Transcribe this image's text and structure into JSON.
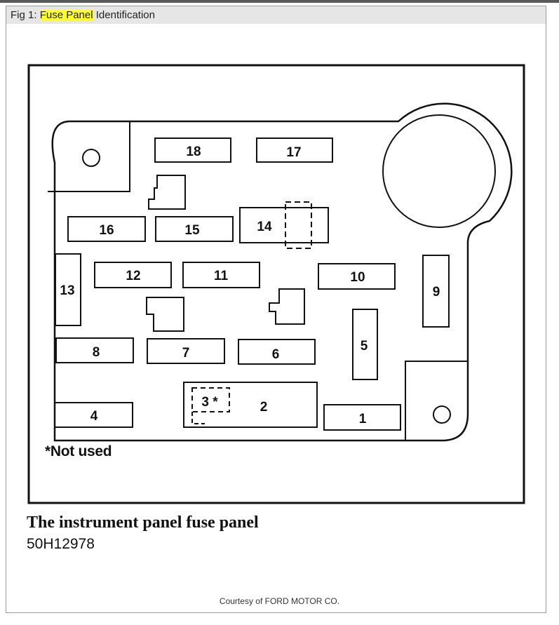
{
  "caption": {
    "prefix": "Fig 1: ",
    "highlight": "Fuse Panel",
    "suffix": " Identification"
  },
  "fuses": [
    {
      "id": "18",
      "label": "18"
    },
    {
      "id": "17",
      "label": "17"
    },
    {
      "id": "16",
      "label": "16"
    },
    {
      "id": "15",
      "label": "15"
    },
    {
      "id": "14",
      "label": "14"
    },
    {
      "id": "13",
      "label": "13"
    },
    {
      "id": "12",
      "label": "12"
    },
    {
      "id": "11",
      "label": "11"
    },
    {
      "id": "10",
      "label": "10"
    },
    {
      "id": "9",
      "label": "9"
    },
    {
      "id": "8",
      "label": "8"
    },
    {
      "id": "7",
      "label": "7"
    },
    {
      "id": "6",
      "label": "6"
    },
    {
      "id": "5",
      "label": "5"
    },
    {
      "id": "4",
      "label": "4"
    },
    {
      "id": "3",
      "label": "3 *"
    },
    {
      "id": "2",
      "label": "2"
    },
    {
      "id": "1",
      "label": "1"
    }
  ],
  "note": "*Not used",
  "diagram_title": "The instrument panel fuse panel",
  "diagram_code": "50H12978",
  "credit": "Courtesy of FORD MOTOR CO.",
  "colors": {
    "highlight": "#ffff33",
    "line": "#111111",
    "caption_bar": "#e6e6e6"
  }
}
